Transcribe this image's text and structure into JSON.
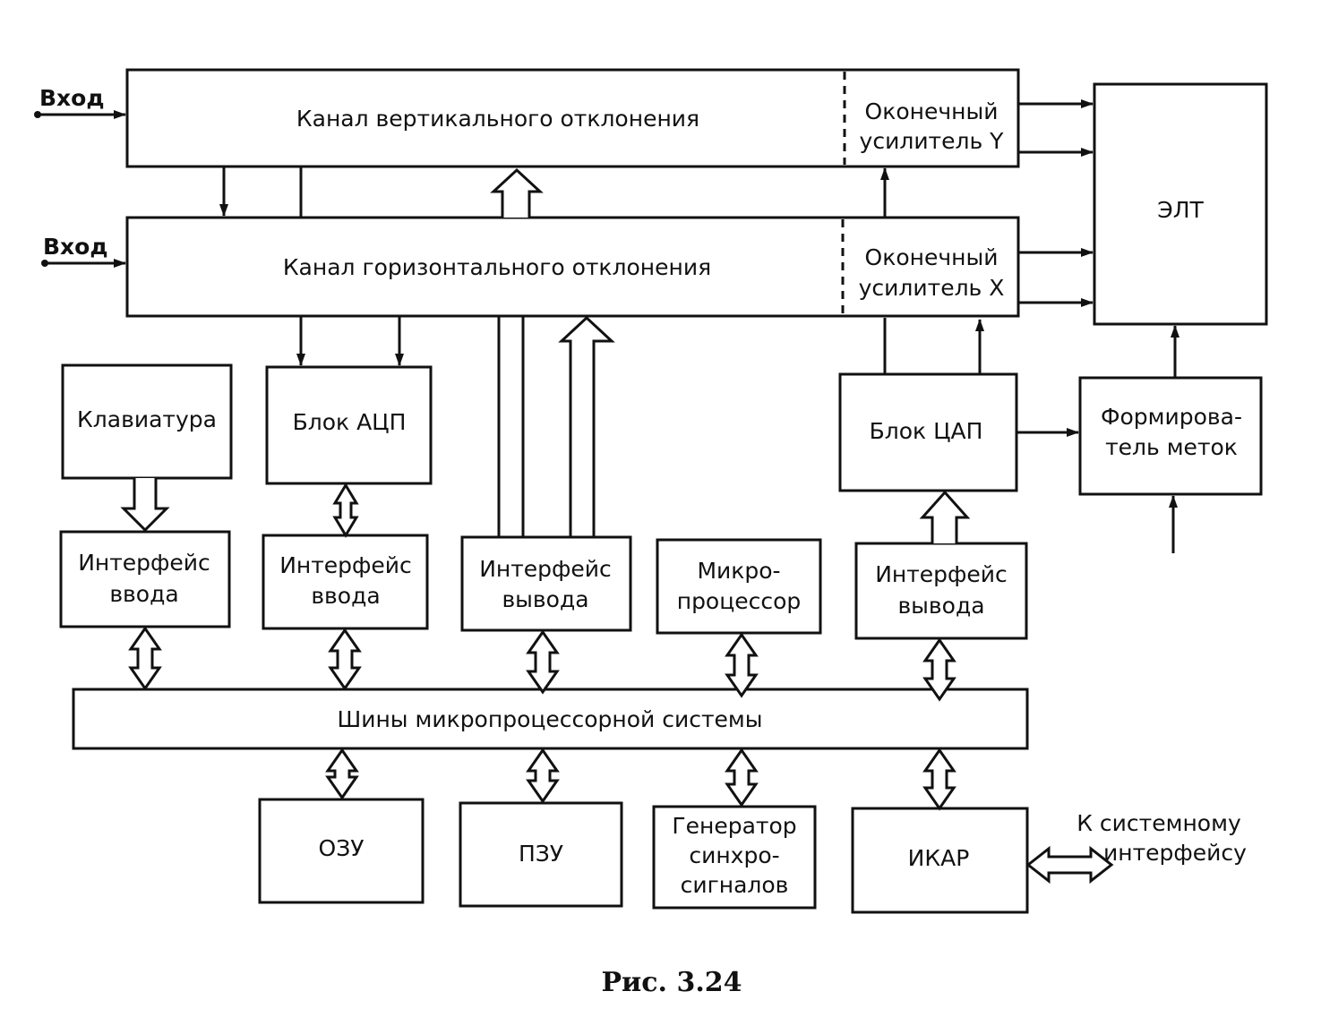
{
  "blocks": {
    "vert_channel": "Канал вертикального отклонения",
    "horiz_channel": "Канал горизонтального отклонения",
    "amp_y": [
      "Оконечный",
      "усилитель Y"
    ],
    "amp_x": [
      "Оконечный",
      "усилитель X"
    ],
    "crt": "ЭЛТ",
    "keyboard": "Клавиатура",
    "adc": "Блок АЦП",
    "dac": "Блок ЦАП",
    "marker_former": [
      "Формирова-",
      "тель меток"
    ],
    "input_iface_1": [
      "Интерфейс",
      "ввода"
    ],
    "input_iface_2": [
      "Интерфейс",
      "ввода"
    ],
    "output_iface_1": [
      "Интерфейс",
      "вывода"
    ],
    "microprocessor": [
      "Микро-",
      "процессор"
    ],
    "output_iface_2": [
      "Интерфейс",
      "вывода"
    ],
    "system_bus": "Шины микропроцессорной системы",
    "ram": "ОЗУ",
    "rom": "ПЗУ",
    "sync_gen": [
      "Генератор",
      "синхро-",
      "сигналов"
    ],
    "ikar": "ИКАР"
  },
  "labels": {
    "input_top": "Вход",
    "input_bottom": "Вход",
    "system_interface": [
      "К системному",
      "интерфейсу"
    ]
  },
  "caption": "Рис. 3.24"
}
